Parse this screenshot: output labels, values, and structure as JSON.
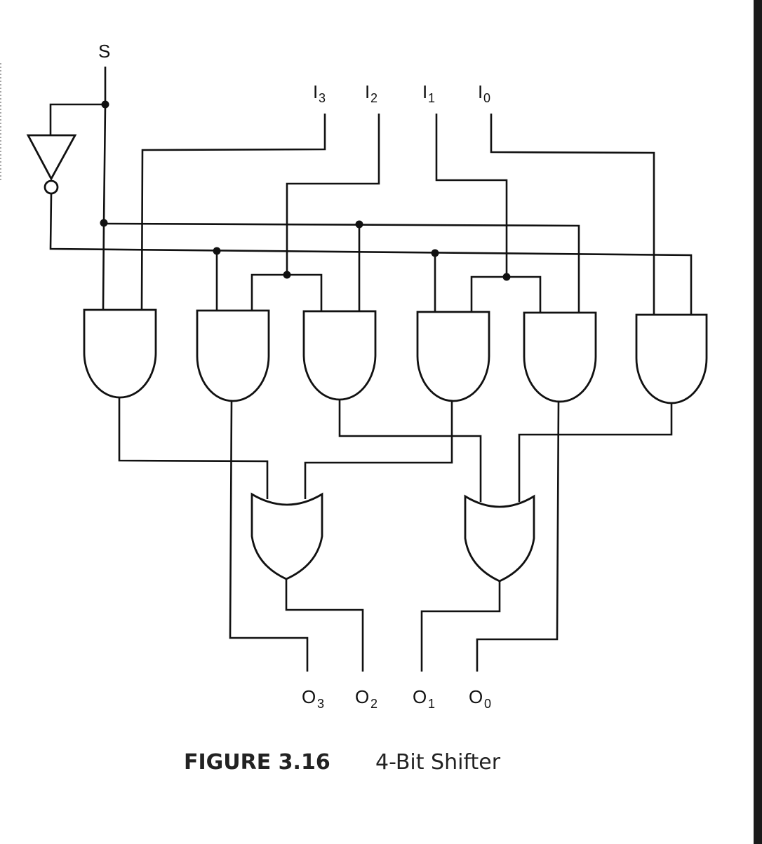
{
  "figure": {
    "caption_number": "FIGURE 3.16",
    "caption_title": "4-Bit Shifter"
  },
  "inputs": {
    "select": "S",
    "data": [
      {
        "base": "I",
        "sub": "3"
      },
      {
        "base": "I",
        "sub": "2"
      },
      {
        "base": "I",
        "sub": "1"
      },
      {
        "base": "I",
        "sub": "0"
      }
    ]
  },
  "outputs": [
    {
      "base": "O",
      "sub": "3"
    },
    {
      "base": "O",
      "sub": "2"
    },
    {
      "base": "O",
      "sub": "1"
    },
    {
      "base": "O",
      "sub": "0"
    }
  ],
  "components": {
    "inverters": 1,
    "and_gates": 6,
    "or_gates": 2
  }
}
